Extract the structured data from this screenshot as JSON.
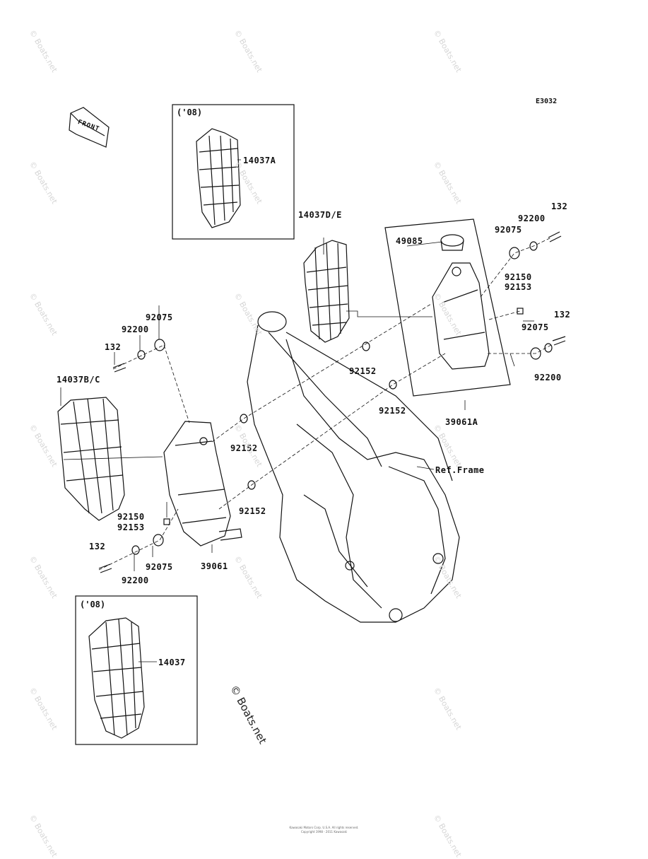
{
  "diagram_code": "E3032",
  "front_label": "FRONT",
  "inset_tag_top": "('08)",
  "inset_tag_bottom": "('08)",
  "watermark": "© Boats.net",
  "watermark_center": "© Boats.net",
  "footer_line1": "Kawasaki Motors Corp. U.S.A. All rights reserved.",
  "footer_line2": "Copyright 1998 - 2011 Kawasaki",
  "labels": {
    "p14037A": "14037A",
    "p14037DE": "14037D/E",
    "p49085": "49085",
    "p92075_tr": "92075",
    "p92200_tr": "92200",
    "p132_tr": "132",
    "p92150_r": "92150",
    "p92153_r": "92153",
    "p132_r2": "132",
    "p92075_r2": "92075",
    "p92200_r2": "92200",
    "p92152_c1": "92152",
    "p92152_c2": "92152",
    "p39061A": "39061A",
    "p92075_l": "92075",
    "p92200_l": "92200",
    "p132_l": "132",
    "p14037BC": "14037B/C",
    "p92152_l1": "92152",
    "p92152_l2": "92152",
    "refframe": "Ref.Frame",
    "p92150_l": "92150",
    "p92153_l": "92153",
    "p132_lb": "132",
    "p92075_lb": "92075",
    "p92200_lb": "92200",
    "p39061": "39061",
    "p14037": "14037"
  }
}
